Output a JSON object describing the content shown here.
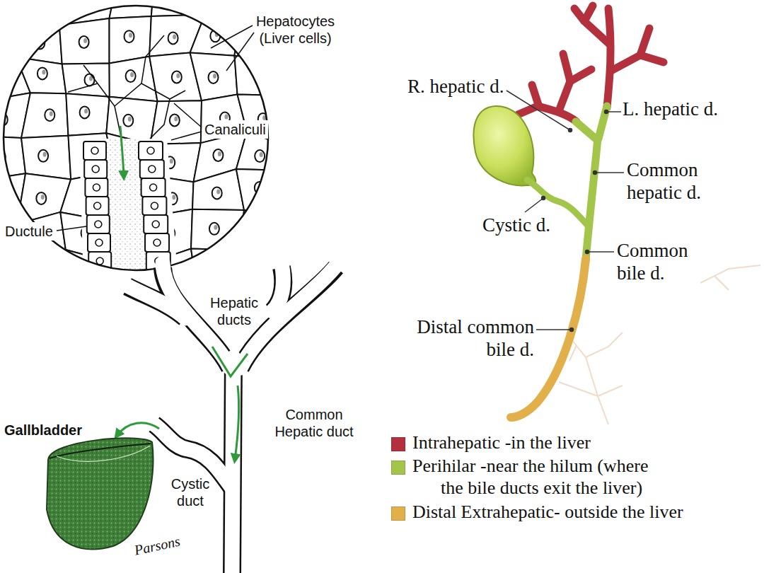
{
  "diagram": {
    "labels": [
      "Hepatocytes (Liver cells)",
      "Canaliculi",
      "Ductule",
      "Hepatic ducts",
      "Common Hepatic duct",
      "Gallbladder",
      "Cystic duct",
      "Parsons",
      "R. hepatic d.",
      "L. hepatic d.",
      "Common hepatic d.",
      "Cystic d.",
      "Common bile d.",
      "Distal common bile d."
    ],
    "legend": [
      {
        "text": "Intrahepatic -in the liver",
        "color": "#b3313c"
      },
      {
        "text": "Perihilar -near the hilum (where the bile ducts exit the liver)",
        "color": "#a3c64a"
      },
      {
        "text": "Distal Extrahepatic- outside the liver",
        "color": "#e2b04a"
      }
    ]
  }
}
